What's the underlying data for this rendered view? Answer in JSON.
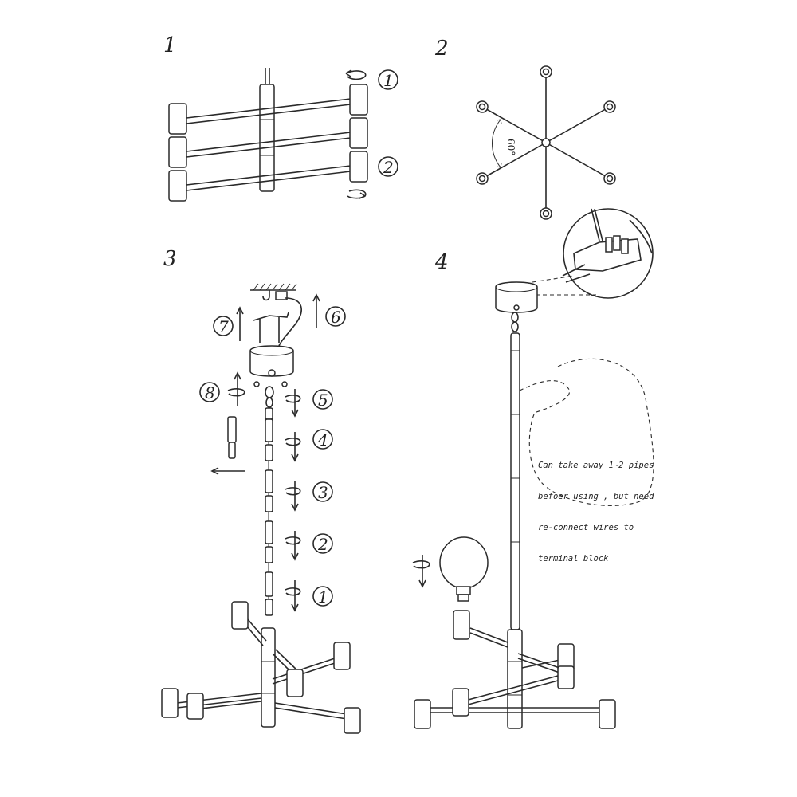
{
  "panels": [
    {
      "number": "1"
    },
    {
      "number": "2",
      "angle_label": "60°"
    },
    {
      "number": "3"
    },
    {
      "number": "4"
    }
  ],
  "panel1_steps": [
    "1",
    "2"
  ],
  "panel3_steps": [
    "1",
    "2",
    "3",
    "4",
    "5",
    "6",
    "7",
    "8"
  ],
  "callout": {
    "lines": [
      "Can take away 1~2 pipes",
      "befoer using , but need",
      "re-connect wires to",
      "terminal block"
    ]
  }
}
